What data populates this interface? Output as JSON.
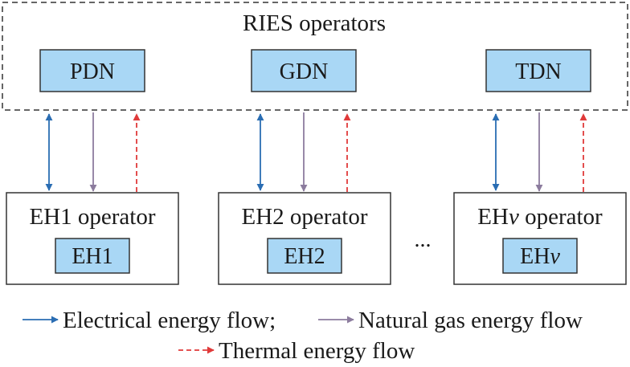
{
  "colors": {
    "electrical": "#2a6db3",
    "gas": "#8c7c9e",
    "thermal": "#e03a3a",
    "box_fill": "#a9d7f5",
    "outline": "#333333",
    "text": "#1a1a1a"
  },
  "ries": {
    "title": "RIES operators",
    "networks": [
      "PDN",
      "GDN",
      "TDN"
    ]
  },
  "hubs": [
    {
      "operator": "EH1 operator",
      "hub": "EH1"
    },
    {
      "operator": "EH2 operator",
      "hub": "EH2"
    },
    {
      "operator_prefix": "EH",
      "operator_italic": "v",
      "operator_suffix": " operator",
      "hub_prefix": "EH",
      "hub_italic": "v"
    }
  ],
  "ellipsis": "...",
  "legend": {
    "electrical": "Electrical energy flow;",
    "gas": "Natural gas energy flow",
    "thermal": "Thermal energy flow"
  }
}
